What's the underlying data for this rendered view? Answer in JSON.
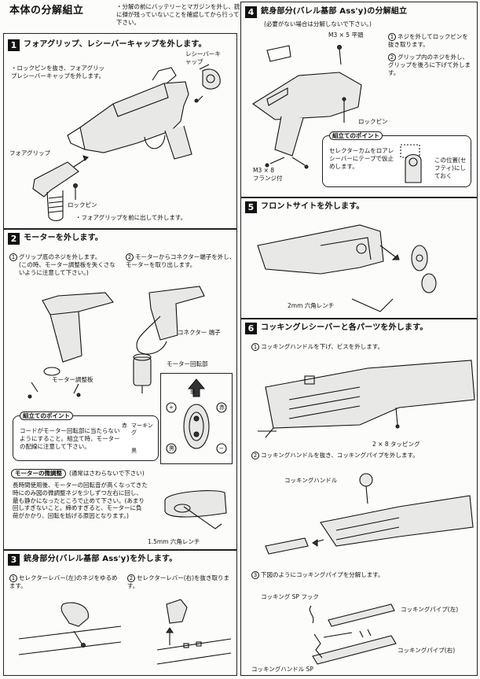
{
  "main_title": "本体の分解組立",
  "intro_note": "・分解の前にバッテリーとマガジンを外し、銃に弾が残っていないことを確認してから行って下さい。",
  "sec1": {
    "num": "1",
    "title": "フォアグリップ、レシーバーキャップを外します。",
    "note": "・ロックピンを抜き、フォアグリップレシーバーキャップを外します。",
    "label_receiver_cap": "レシーバーキャップ",
    "label_foregrip": "フォアグリップ",
    "label_lock_pin": "ロックピン",
    "bottom_note": "・フォアグリップを前に出して外します。"
  },
  "sec2": {
    "num": "2",
    "title": "モーターを外します。",
    "step1_num": "1",
    "step1": "グリップ底のネジを外します。",
    "step1_sub": "(この時、モーター調整板を失くさないように注意して下さい。)",
    "step2_num": "2",
    "step2": "モーターからコネクター端子を外し、モーターを取り出します。",
    "label_connector": "コネクター 端子",
    "label_motor": "モーター回転部",
    "label_adjust_plate": "モーター調整板",
    "point_title": "組立てのポイント",
    "point_text": "コードがモーター回転部に当たらないようにすること。組立て時、モーターの配線に注意して下さい。",
    "label_red": "赤",
    "label_marking": "マーキング",
    "label_black": "黒",
    "label_plus": "+",
    "label_minus": "−",
    "label_top": "前",
    "label_red_circle": "赤",
    "label_black_circle": "黒",
    "fine_title": "モーターの微調整",
    "fine_sub": "(通常はさわらないで下さい)",
    "fine_text": "長時間使用後、モーターの回転音が高くなってきた時にのみ図の微調整ネジを少しずつ左右に回し、最も静かになったところで止めて下さい。(あまり回しすぎないこと。締めすぎると、モーターに負荷がかかり、回転を妨げる原因となります。)",
    "label_wrench": "1.5mm 六角レンチ"
  },
  "sec3": {
    "num": "3",
    "title": "銃身部分(バレル基部 Ass'y)を外します。",
    "step1_num": "1",
    "step1": "セレクターレバー(左)のネジをゆるめます。",
    "step2_num": "2",
    "step2": "セレクターレバー(右)を抜き取ります。"
  },
  "sec4": {
    "num": "4",
    "title": "銃身部分(バレル基部 Ass'y)の分解組立",
    "subtitle": "(必要がない場合は分解しないで下さい。)",
    "label_m3x5": "M3 × 5 平頭",
    "step1_num": "1",
    "step1": "ネジを外してロックピンを抜き取ります。",
    "step2_num": "2",
    "step2": "グリップ内のネジを外し、グリップを後ろに下げて外します。",
    "label_lock_pin": "ロックピン",
    "point_title": "組立てのポイント",
    "point_text": "セレクターカムをロアレシーバーにテープで仮止めします。",
    "position_note": "この位置(セフティ)にしておく",
    "label_m3x8": "M3 × 8",
    "label_flange": "フランジ付"
  },
  "sec5": {
    "num": "5",
    "title": "フロントサイトを外します。",
    "label_wrench": "2mm 六角レンチ"
  },
  "sec6": {
    "num": "6",
    "title": "コッキングレシーバーと各パーツを外します。",
    "step1_num": "1",
    "step1": "コッキングハンドルを下げ、ビスを外します。",
    "label_screw": "2 × 8 タッピング",
    "step2_num": "2",
    "step2": "コッキングハンドルを抜き、コッキングパイプを外します。",
    "label_handle": "コッキングハンドル",
    "step3_num": "3",
    "step3": "下図のようにコッキングパイプを分解します。",
    "label_sp_hook": "コッキング SP フック",
    "label_pipe_l": "コッキングパイプ(左)",
    "label_pipe_r": "コッキングパイプ(右)",
    "label_handle_sp": "コッキングハンドル SP"
  }
}
